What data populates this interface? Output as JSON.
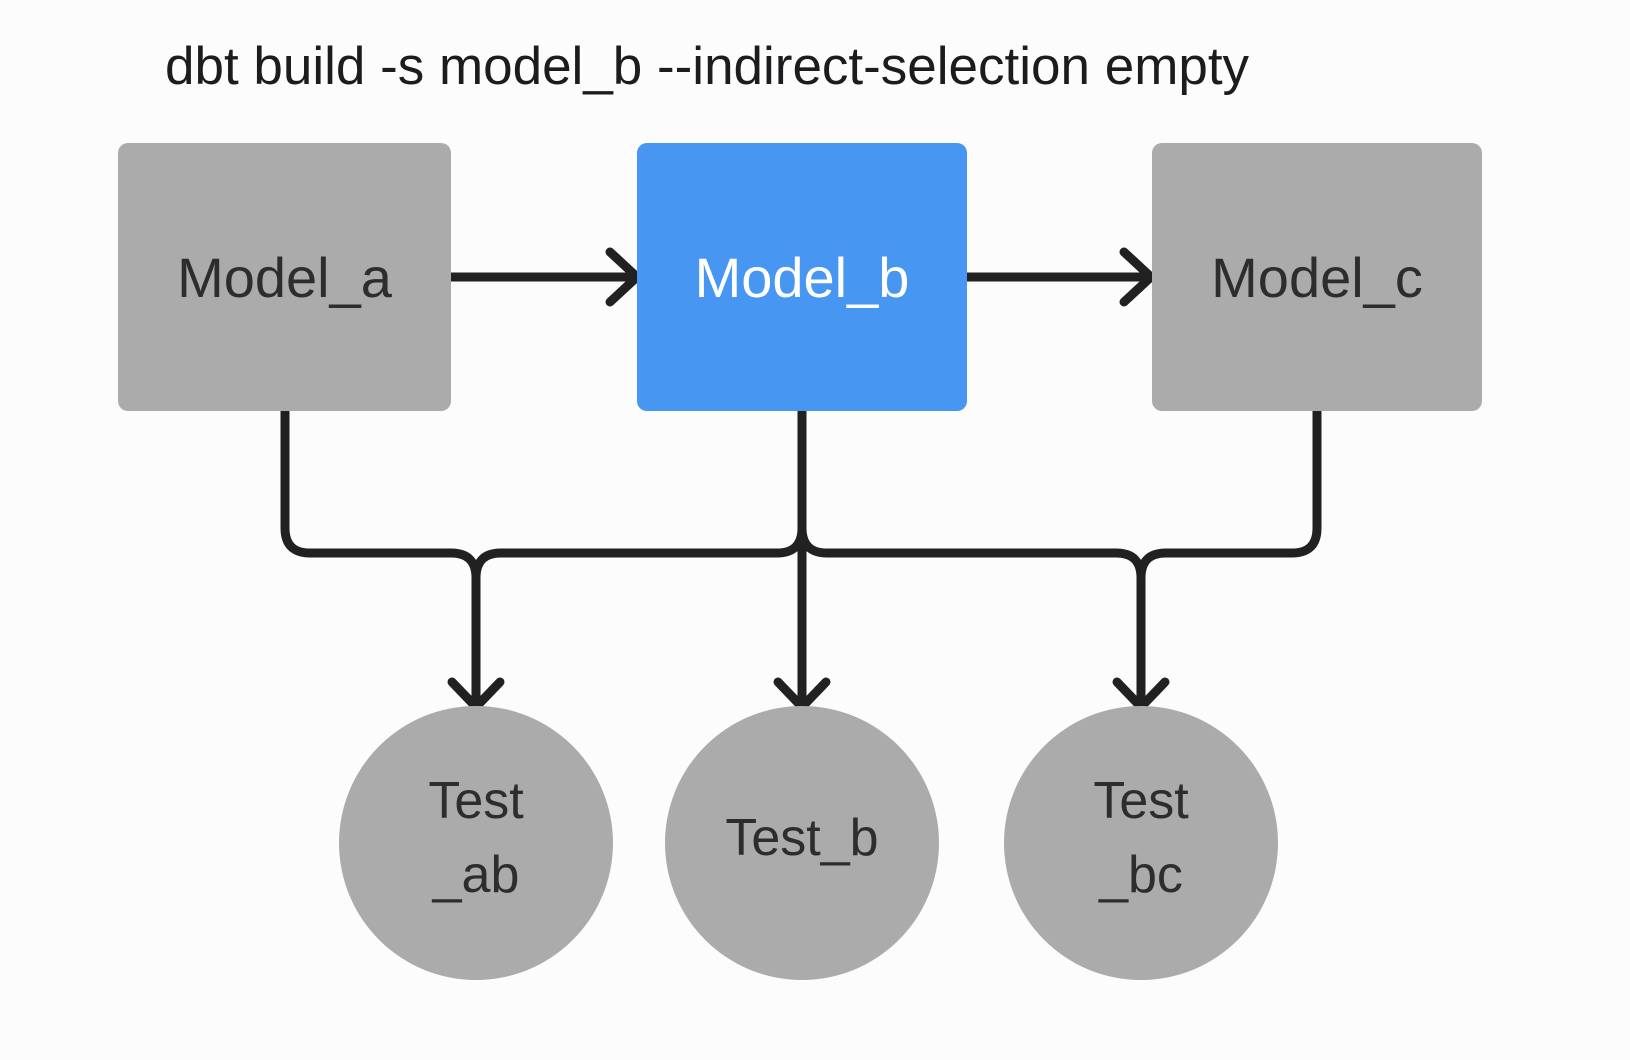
{
  "title": "dbt build -s model_b --indirect-selection empty",
  "colors": {
    "background": "#FCFCFC",
    "node_gray": "#ABABAB",
    "node_selected_blue": "#4696F2",
    "edge_stroke": "#212121",
    "node_text_dark": "#2D2D2D",
    "node_text_light": "#FFFFFF",
    "title_text": "#1C1C1E"
  },
  "nodes": {
    "model_a": {
      "label": "Model_a",
      "kind": "model",
      "selected": false
    },
    "model_b": {
      "label": "Model_b",
      "kind": "model",
      "selected": true
    },
    "model_c": {
      "label": "Model_c",
      "kind": "model",
      "selected": false
    },
    "test_ab": {
      "label_lines": [
        "Test",
        "_ab"
      ],
      "kind": "test"
    },
    "test_b": {
      "label_lines": [
        "Test_b"
      ],
      "kind": "test"
    },
    "test_bc": {
      "label_lines": [
        "Test",
        "_bc"
      ],
      "kind": "test"
    }
  },
  "edges": [
    {
      "from": "model_a",
      "to": "model_b"
    },
    {
      "from": "model_b",
      "to": "model_c"
    },
    {
      "from": "model_a",
      "to": "test_ab"
    },
    {
      "from": "model_b",
      "to": "test_ab"
    },
    {
      "from": "model_b",
      "to": "test_b"
    },
    {
      "from": "model_b",
      "to": "test_bc"
    },
    {
      "from": "model_c",
      "to": "test_bc"
    }
  ]
}
